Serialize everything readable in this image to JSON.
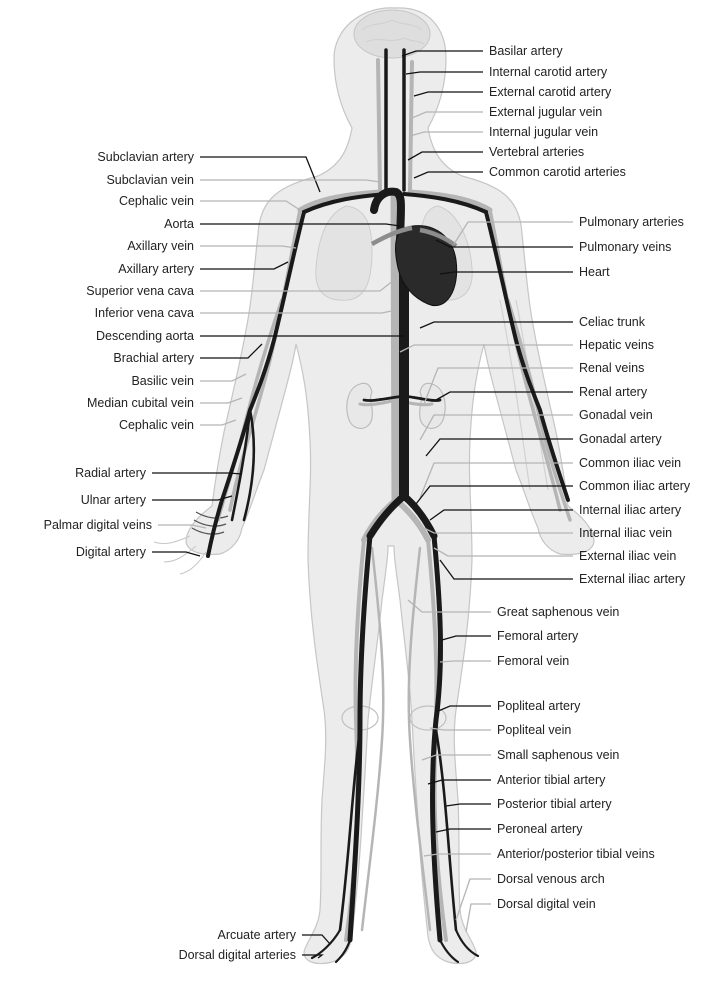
{
  "diagram": {
    "left_labels": [
      {
        "text": "Subclavian artery",
        "vessel": "artery"
      },
      {
        "text": "Subclavian vein",
        "vessel": "vein"
      },
      {
        "text": "Cephalic vein",
        "vessel": "vein"
      },
      {
        "text": "Aorta",
        "vessel": "artery"
      },
      {
        "text": "Axillary vein",
        "vessel": "vein"
      },
      {
        "text": "Axillary artery",
        "vessel": "artery"
      },
      {
        "text": "Superior vena cava",
        "vessel": "vein"
      },
      {
        "text": "Inferior vena cava",
        "vessel": "vein"
      },
      {
        "text": "Descending aorta",
        "vessel": "artery"
      },
      {
        "text": "Brachial artery",
        "vessel": "artery"
      },
      {
        "text": "Basilic vein",
        "vessel": "vein"
      },
      {
        "text": "Median cubital vein",
        "vessel": "vein"
      },
      {
        "text": "Cephalic vein",
        "vessel": "vein"
      },
      {
        "text": "Radial artery",
        "vessel": "artery"
      },
      {
        "text": "Ulnar artery",
        "vessel": "artery"
      },
      {
        "text": "Palmar digital veins",
        "vessel": "vein"
      },
      {
        "text": "Digital artery",
        "vessel": "artery"
      },
      {
        "text": "Arcuate artery",
        "vessel": "artery"
      },
      {
        "text": "Dorsal digital arteries",
        "vessel": "artery"
      }
    ],
    "right_labels": [
      {
        "text": "Basilar artery",
        "vessel": "artery"
      },
      {
        "text": "Internal carotid artery",
        "vessel": "artery"
      },
      {
        "text": "External carotid artery",
        "vessel": "artery"
      },
      {
        "text": "External jugular vein",
        "vessel": "vein"
      },
      {
        "text": "Internal jugular vein",
        "vessel": "vein"
      },
      {
        "text": "Vertebral arteries",
        "vessel": "artery"
      },
      {
        "text": "Common carotid arteries",
        "vessel": "artery"
      },
      {
        "text": "Pulmonary arteries",
        "vessel": "vein"
      },
      {
        "text": "Pulmonary veins",
        "vessel": "artery"
      },
      {
        "text": "Heart",
        "vessel": "artery"
      },
      {
        "text": "Celiac trunk",
        "vessel": "artery"
      },
      {
        "text": "Hepatic veins",
        "vessel": "vein"
      },
      {
        "text": "Renal veins",
        "vessel": "vein"
      },
      {
        "text": "Renal artery",
        "vessel": "artery"
      },
      {
        "text": "Gonadal vein",
        "vessel": "vein"
      },
      {
        "text": "Gonadal artery",
        "vessel": "artery"
      },
      {
        "text": "Common iliac vein",
        "vessel": "vein"
      },
      {
        "text": "Common iliac artery",
        "vessel": "artery"
      },
      {
        "text": "Internal iliac artery",
        "vessel": "artery"
      },
      {
        "text": "Internal iliac vein",
        "vessel": "vein"
      },
      {
        "text": "External iliac vein",
        "vessel": "vein"
      },
      {
        "text": "External iliac artery",
        "vessel": "artery"
      },
      {
        "text": "Great saphenous vein",
        "vessel": "vein"
      },
      {
        "text": "Femoral artery",
        "vessel": "artery"
      },
      {
        "text": "Femoral vein",
        "vessel": "vein"
      },
      {
        "text": "Popliteal artery",
        "vessel": "artery"
      },
      {
        "text": "Popliteal vein",
        "vessel": "vein"
      },
      {
        "text": "Small saphenous vein",
        "vessel": "vein"
      },
      {
        "text": "Anterior tibial artery",
        "vessel": "artery"
      },
      {
        "text": "Posterior tibial artery",
        "vessel": "artery"
      },
      {
        "text": "Peroneal artery",
        "vessel": "artery"
      },
      {
        "text": "Anterior/posterior tibial veins",
        "vessel": "vein"
      },
      {
        "text": "Dorsal venous arch",
        "vessel": "vein"
      },
      {
        "text": "Dorsal digital vein",
        "vessel": "vein"
      }
    ],
    "colors": {
      "artery": "#1a1a1a",
      "vein": "#b5b5b5",
      "body_fill": "#ebebeb",
      "body_outline": "#c4c4c4",
      "heart": "#2a2a2a",
      "label_text": "#222222"
    }
  }
}
